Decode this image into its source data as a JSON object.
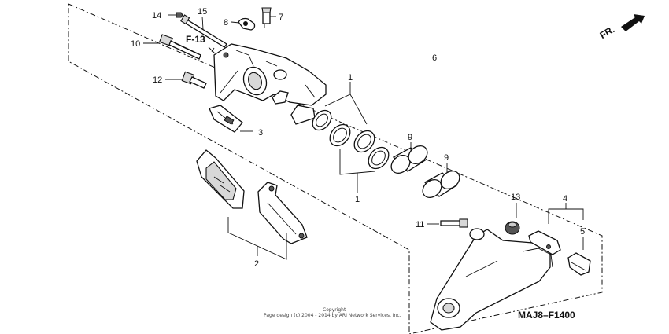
{
  "diagram": {
    "part_numbers": {
      "p1_top": "1",
      "p1_bottom": "1",
      "p2": "2",
      "p3": "3",
      "p4": "4",
      "p5": "5",
      "p6": "6",
      "p7": "7",
      "p8": "8",
      "p9_left": "9",
      "p9_right": "9",
      "p10": "10",
      "p11": "11",
      "p12": "12",
      "p13": "13",
      "p14": "14",
      "p15": "15"
    },
    "section_ref": "F-13",
    "direction_label": "FR.",
    "diagram_code": "MAJ8–F1400",
    "copyright_line1": "Copyright",
    "copyright_line2": "Page design (c) 2004 - 2014 by ARI Network Services, Inc."
  }
}
